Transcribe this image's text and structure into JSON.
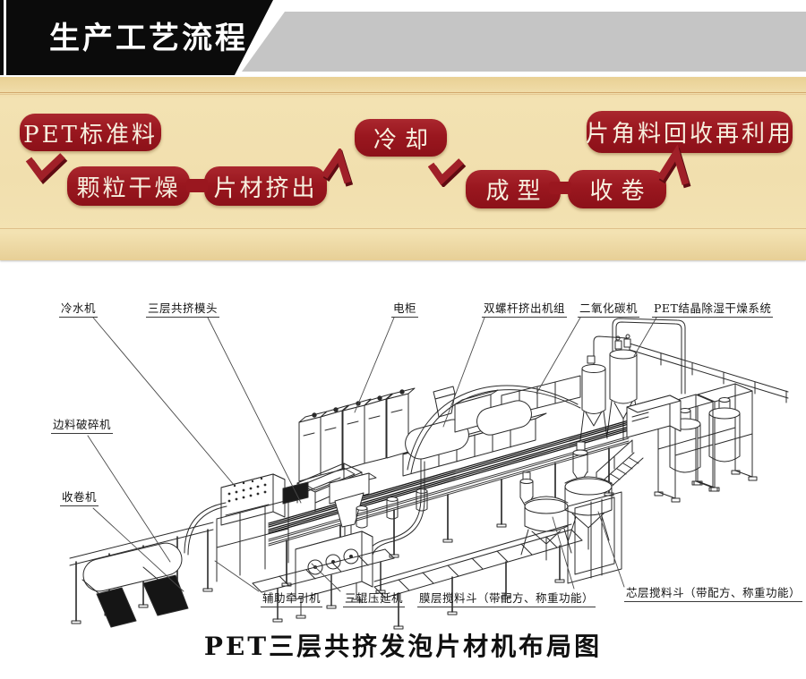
{
  "header": {
    "title": "生产工艺流程"
  },
  "palette": {
    "banner_black": "#0b0b0b",
    "ribbon_gray": "#c5c5c5",
    "band_tan": "#f1dfae",
    "node_red": "#9a171f",
    "node_text": "#f7f0df",
    "drawing_ink": "#2b2b2b"
  },
  "flowchart": {
    "nodes": [
      {
        "label": "PET标准料"
      },
      {
        "label": "颗粒干燥"
      },
      {
        "label": "片材挤出"
      },
      {
        "label": "冷却"
      },
      {
        "label": "成型"
      },
      {
        "label": "收卷"
      },
      {
        "label": "片角料回收再利用"
      }
    ]
  },
  "diagram": {
    "labels": [
      {
        "text": "冷水机"
      },
      {
        "text": "三层共挤模头"
      },
      {
        "text": "电柜"
      },
      {
        "text": "双螺杆挤出机组"
      },
      {
        "text": "二氧化碳机"
      },
      {
        "text": "PET结晶除湿干燥系统"
      },
      {
        "text": "边料破碎机"
      },
      {
        "text": "收卷机"
      },
      {
        "text": "辅助牵引机"
      },
      {
        "text": "三辊压延机"
      },
      {
        "text": "膜层搅料斗（带配方、称重功能）"
      },
      {
        "text": "芯层搅料斗（带配方、称重功能）"
      }
    ],
    "caption": "PET三层共挤发泡片材机布局图"
  }
}
